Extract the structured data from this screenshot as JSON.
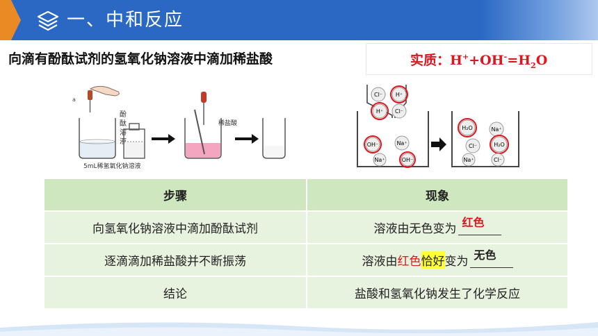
{
  "header": {
    "title": "一、中和反应"
  },
  "subtitle": "向滴有酚酞试剂的氢氧化钠溶液中滴加稀盐酸",
  "essence": {
    "label": "实质：",
    "h": "H",
    "h_charge": "+",
    "plus": "+",
    "oh": "OH",
    "oh_charge": "-",
    "eq": "=",
    "water_h": "H",
    "water_sub": "2",
    "water_o": "O"
  },
  "figure_left": {
    "label_a": "a",
    "reagent_label": "酚\n酞\n溶\n液",
    "reagent_chars": [
      "酚",
      "酞",
      "溶",
      "液"
    ],
    "beaker_label": "5mL稀氢氧化钠溶液",
    "dropper_label": "稀盐酸"
  },
  "figure_right": {
    "left_ions": [
      "Cl⁻",
      "H⁺",
      "H⁺",
      "Cl⁻",
      "OH⁻",
      "Na⁺",
      "Na⁺",
      "OH⁻"
    ],
    "right_ions": [
      "H₂O",
      "Na⁺",
      "Cl⁻",
      "H₂O",
      "Na⁺",
      "Cl⁻"
    ]
  },
  "table": {
    "headers": [
      "步骤",
      "现象"
    ],
    "rows": [
      {
        "step": "向氢氧化钠溶液中滴加酚酞试剂",
        "phen_prefix": "溶液由无色变为",
        "answer": "红色"
      },
      {
        "step": "逐滴滴加稀盐酸并不断振荡",
        "phen_prefix": "溶液由",
        "phen_red": "红色",
        "phen_hl": "恰好",
        "phen_suffix": "变为",
        "answer": "无色"
      },
      {
        "step": "结论",
        "phen_text": "盐酸和氢氧化钠发生了化学反应"
      }
    ]
  },
  "colors": {
    "header_bg": "#2a68c4",
    "accent": "#e98a24",
    "red": "#e0141c",
    "table_head": "#cfe7bf",
    "table_row": "#e8f3df",
    "highlight": "#ffff33"
  }
}
